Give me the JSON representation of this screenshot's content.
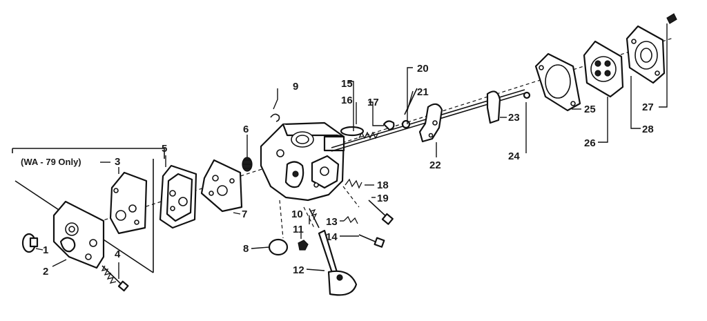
{
  "note_wa79": "(WA - 79 Only)",
  "callouts": {
    "c1": "1",
    "c2": "2",
    "c3": "3",
    "c4": "4",
    "c5": "5",
    "c6": "6",
    "c7": "7",
    "c8": "8",
    "c9": "9",
    "c10": "10",
    "c11": "11",
    "c12": "12",
    "c13": "13",
    "c14": "14",
    "c15": "15",
    "c16": "16",
    "c17": "17",
    "c18": "18",
    "c19": "19",
    "c20": "20",
    "c21": "21",
    "c22": "22",
    "c23": "23",
    "c24": "24",
    "c25": "25",
    "c26": "26",
    "c27": "27",
    "c28": "28"
  }
}
